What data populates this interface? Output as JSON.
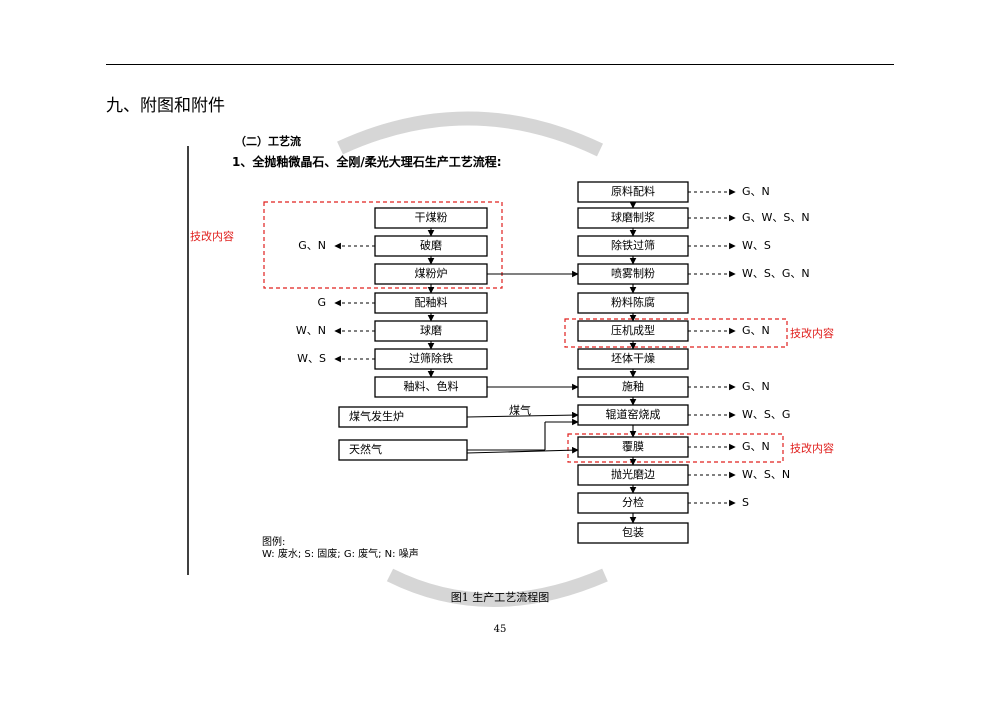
{
  "page": {
    "heading": "九、附图和附件",
    "caption": "图1 生产工艺流程图",
    "page_number": "45"
  },
  "figure": {
    "subsection_partial": "（二）工艺流",
    "title": "1、全抛釉微晶石、全刚/柔光大理石生产工艺流程:",
    "legend_title": "图例:",
    "legend_text": "W: 废水; S: 固废; G: 废气; N: 噪声",
    "tech_label_left": "技改内容",
    "tech_label_press": "技改内容",
    "tech_label_film": "技改内容",
    "coal_gas_label": "煤气",
    "colors": {
      "highlight": "#e0201e",
      "line": "#000000",
      "watermark": "#d6d6d6"
    },
    "left_chain": [
      {
        "label": "干煤粉",
        "emission": ""
      },
      {
        "label": "破磨",
        "emission": "G、N"
      },
      {
        "label": "煤粉炉",
        "emission": ""
      },
      {
        "label": "配釉料",
        "emission": "G"
      },
      {
        "label": "球磨",
        "emission": "W、N"
      },
      {
        "label": "过筛除铁",
        "emission": "W、S"
      },
      {
        "label": "釉料、色料",
        "emission": ""
      }
    ],
    "gas_sources": [
      {
        "label": "煤气发生炉"
      },
      {
        "label": "天然气"
      }
    ],
    "right_chain": [
      {
        "label": "原料配料",
        "emission": "G、N"
      },
      {
        "label": "球磨制浆",
        "emission": "G、W、S、N"
      },
      {
        "label": "除铁过筛",
        "emission": "W、S"
      },
      {
        "label": "喷雾制粉",
        "emission": "W、S、G、N"
      },
      {
        "label": "粉料陈腐",
        "emission": ""
      },
      {
        "label": "压机成型",
        "emission": "G、N"
      },
      {
        "label": "坯体干燥",
        "emission": ""
      },
      {
        "label": "施釉",
        "emission": "G、N"
      },
      {
        "label": "辊道窑烧成",
        "emission": "W、S、G"
      },
      {
        "label": "覆膜",
        "emission": "G、N"
      },
      {
        "label": "抛光磨边",
        "emission": "W、S、N"
      },
      {
        "label": "分检",
        "emission": "S"
      },
      {
        "label": "包装",
        "emission": ""
      }
    ]
  }
}
